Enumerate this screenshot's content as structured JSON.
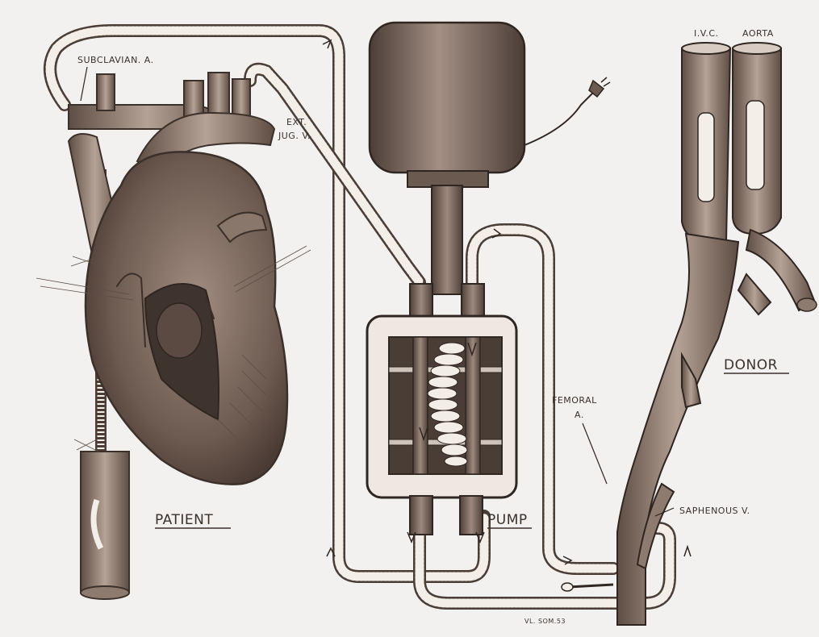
{
  "labels": {
    "subclavian": "SUBCLAVIAN. A.",
    "ext_jug_1": "EXT.",
    "ext_jug_2": "JUG. V.",
    "ivc": "I.V.C.",
    "aorta": "AORTA",
    "donor": "DONOR",
    "femoral_1": "FEMORAL",
    "femoral_2": "A.",
    "patient": "PATIENT",
    "pump": "PUMP",
    "saphenous": "SAPHENOUS V.",
    "signature": "VL. SOM.53"
  },
  "colors": {
    "paper": "#f3f1ef",
    "ink": "#3a312c",
    "tube_fill": "#f4eee9",
    "tube_outline": "#4a3e37",
    "vessel_dark": "#6b5a50",
    "vessel_mid": "#8e7b70",
    "vessel_light": "#b6a397",
    "heart_dark": "#5e4d44",
    "heart_mid": "#8a776c"
  },
  "icons": {
    "power_plug": "plug-icon",
    "flow_arrow": "arrow-icon"
  }
}
